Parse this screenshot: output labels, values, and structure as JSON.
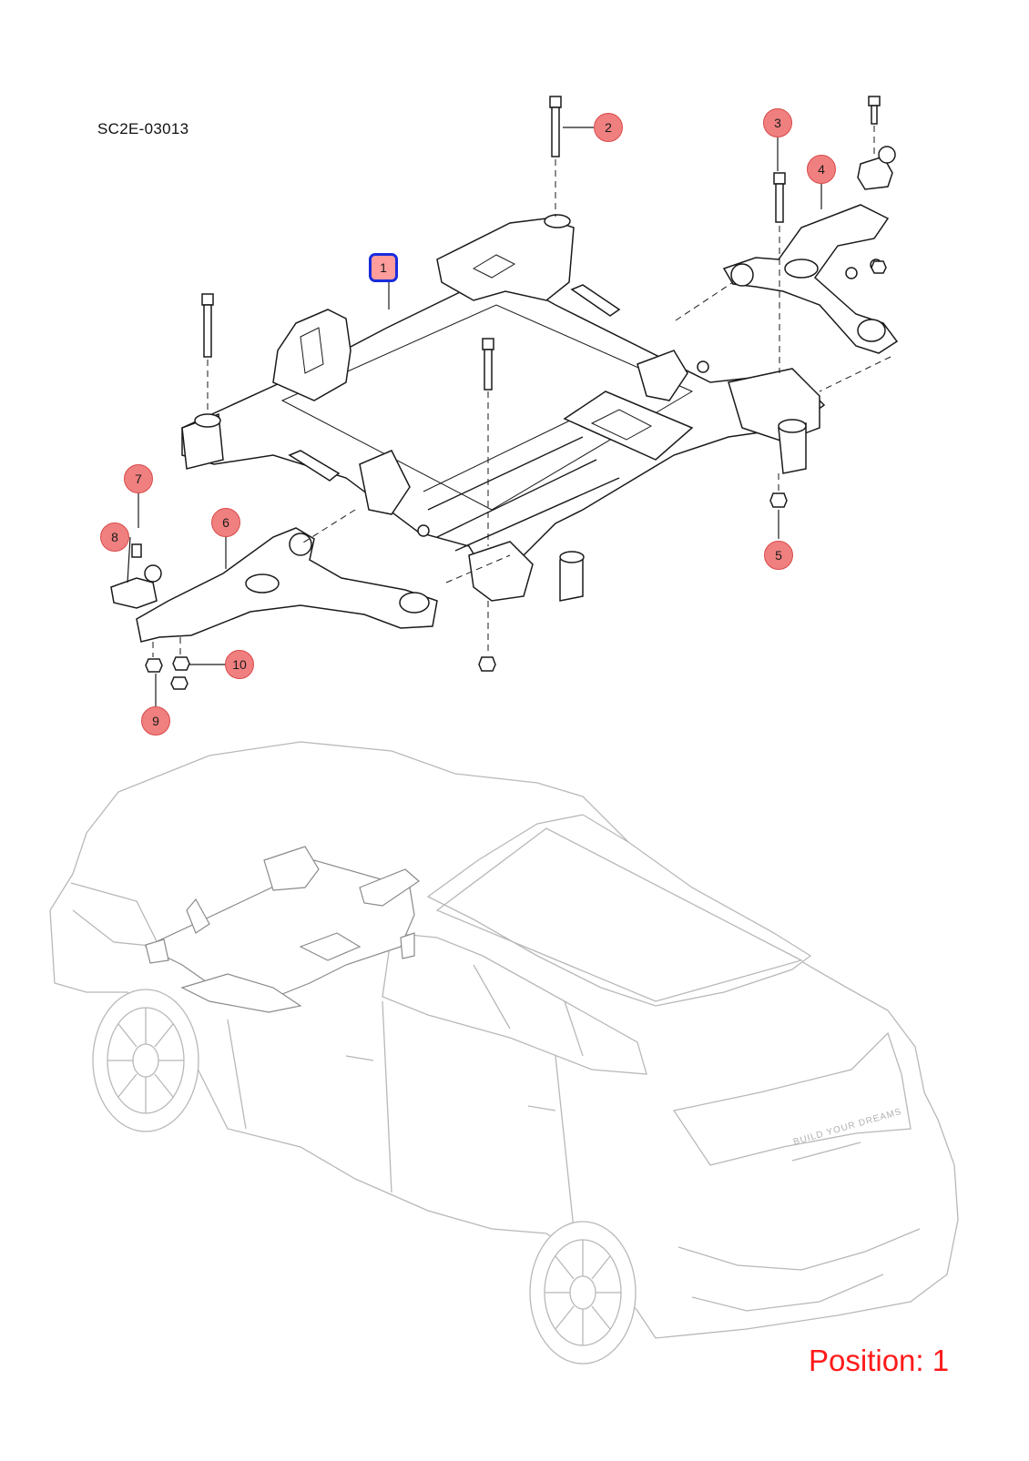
{
  "diagram": {
    "reference_code": "SC2E-03013",
    "position_label": "Position: 1",
    "active_callout": "1",
    "callouts": [
      {
        "id": "1",
        "label": "1"
      },
      {
        "id": "2",
        "label": "2"
      },
      {
        "id": "3",
        "label": "3"
      },
      {
        "id": "4",
        "label": "4"
      },
      {
        "id": "5",
        "label": "5"
      },
      {
        "id": "6",
        "label": "6"
      },
      {
        "id": "7",
        "label": "7"
      },
      {
        "id": "8",
        "label": "8"
      },
      {
        "id": "9",
        "label": "9"
      },
      {
        "id": "10",
        "label": "10"
      }
    ],
    "colors": {
      "callout_fill": "#f08080",
      "callout_border": "#d94a4a",
      "active_border": "#1a2bdc",
      "position_text": "#ff1a1a",
      "car_outline": "#b8b8b8"
    },
    "car_badge": "BUILD YOUR DREAMS"
  }
}
